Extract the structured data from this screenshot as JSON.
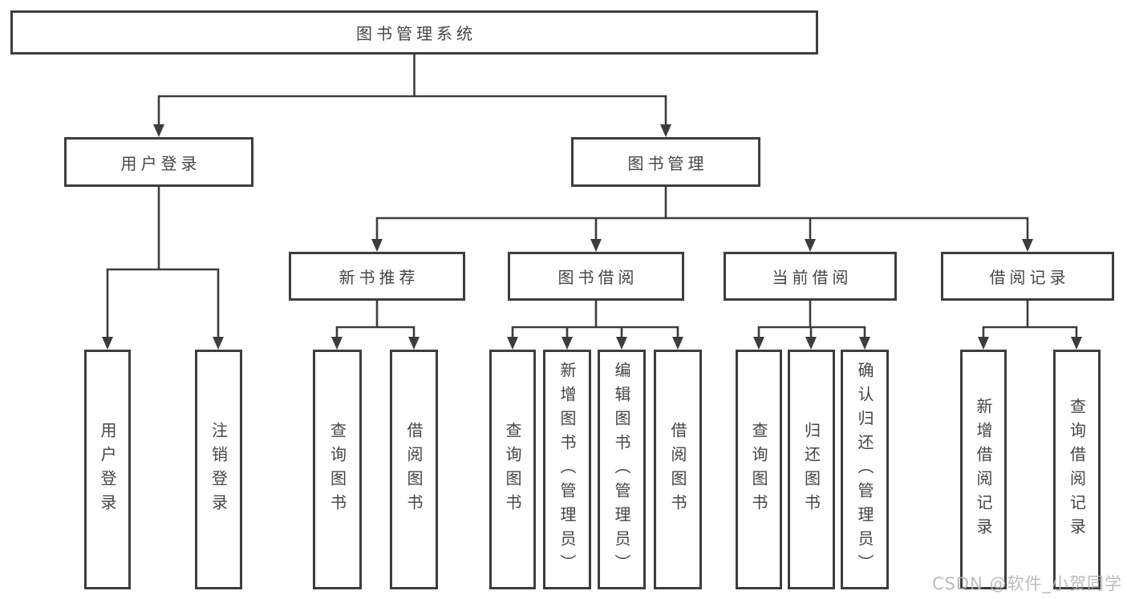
{
  "diagram": {
    "root": {
      "label": "图书管理系统"
    },
    "level2": [
      {
        "label": "用户登录"
      },
      {
        "label": "图书管理"
      }
    ],
    "level3": [
      {
        "label": "新书推荐"
      },
      {
        "label": "图书借阅"
      },
      {
        "label": "当前借阅"
      },
      {
        "label": "借阅记录"
      }
    ],
    "leaves": {
      "user_login": [
        "用户登录",
        "注销登录"
      ],
      "new_book": [
        "查询图书",
        "借阅图书"
      ],
      "book_borrow": [
        "查询图书",
        "新增图书（管理员）",
        "编辑图书（管理员）",
        "借阅图书"
      ],
      "current_borrow": [
        "查询图书",
        "归还图书",
        "确认归还（管理员）"
      ],
      "borrow_record": [
        "新增借阅记录",
        "查询借阅记录"
      ]
    },
    "colors": {
      "line": "#3d3d3d",
      "text": "#454545",
      "background": "#ffffff",
      "watermark": "#b4b4b4"
    }
  },
  "watermark": {
    "text": "CSDN @软件_小贺同学"
  }
}
